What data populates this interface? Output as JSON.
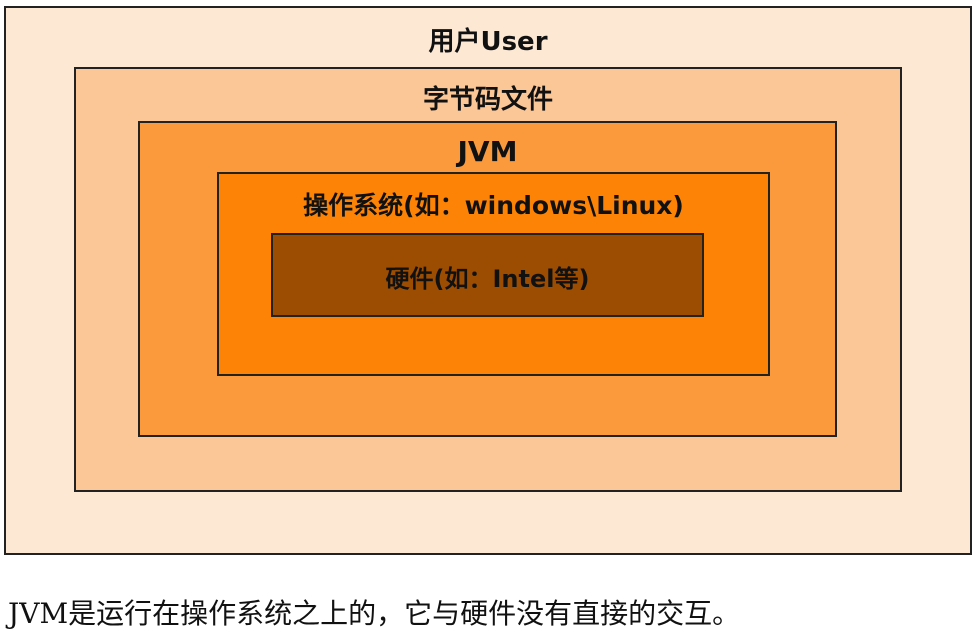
{
  "diagram": {
    "layers": [
      {
        "label": "用户User",
        "color": "#fde8d4"
      },
      {
        "label": "字节码文件",
        "color": "#fcc797"
      },
      {
        "label": "JVM",
        "color": "#fb9a3c"
      },
      {
        "label": "操作系统(如：windows\\Linux)",
        "color": "#fc8306"
      },
      {
        "label": "硬件(如：Intel等)",
        "color": "#9c4d02"
      }
    ],
    "caption": "JVM是运行在操作系统之上的，它与硬件没有直接的交互。"
  }
}
